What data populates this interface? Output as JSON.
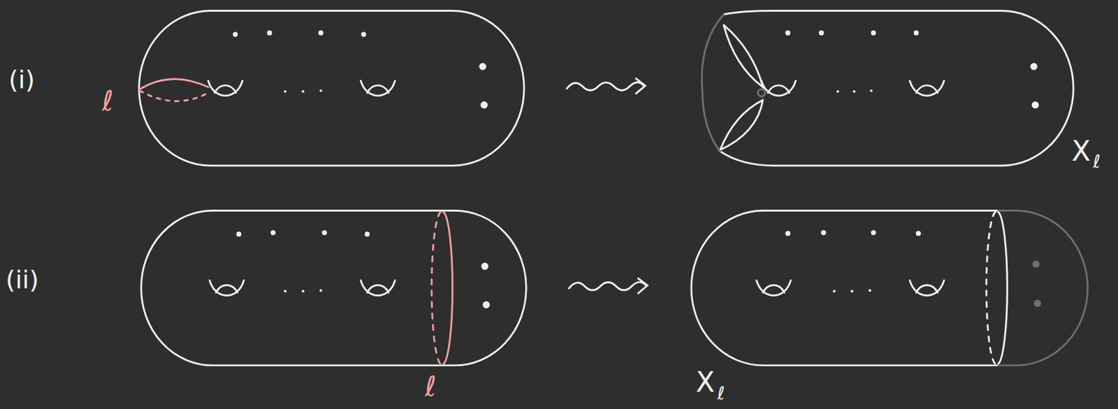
{
  "diagram": {
    "labels": [
      "(i)",
      "ℓ",
      "X",
      "ℓ",
      "(ii)",
      "ℓ",
      "X",
      "ℓ"
    ]
  }
}
